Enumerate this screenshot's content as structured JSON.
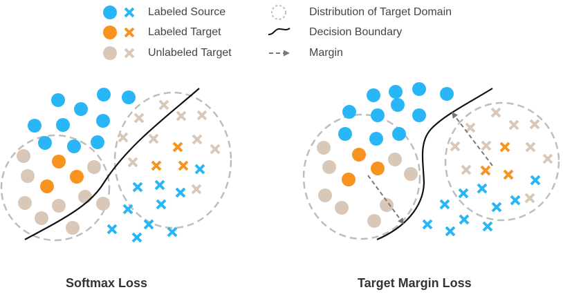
{
  "colors": {
    "source": "#29B6F6",
    "labeled_target": "#F7931E",
    "unlabeled_target": "#D9C8B8",
    "boundary": "#111111",
    "circle": "#BDBDBD",
    "margin": "#777777"
  },
  "legend": {
    "labeled_source": "Labeled Source",
    "labeled_target": "Labeled Target",
    "unlabeled_target": "Unlabeled Target",
    "target_distribution": "Distribution of Target Domain",
    "decision_boundary": "Decision Boundary",
    "margin": "Margin"
  },
  "panels": {
    "softmax": {
      "title": "Softmax Loss"
    },
    "margin": {
      "title": "Target Margin Loss"
    }
  }
}
